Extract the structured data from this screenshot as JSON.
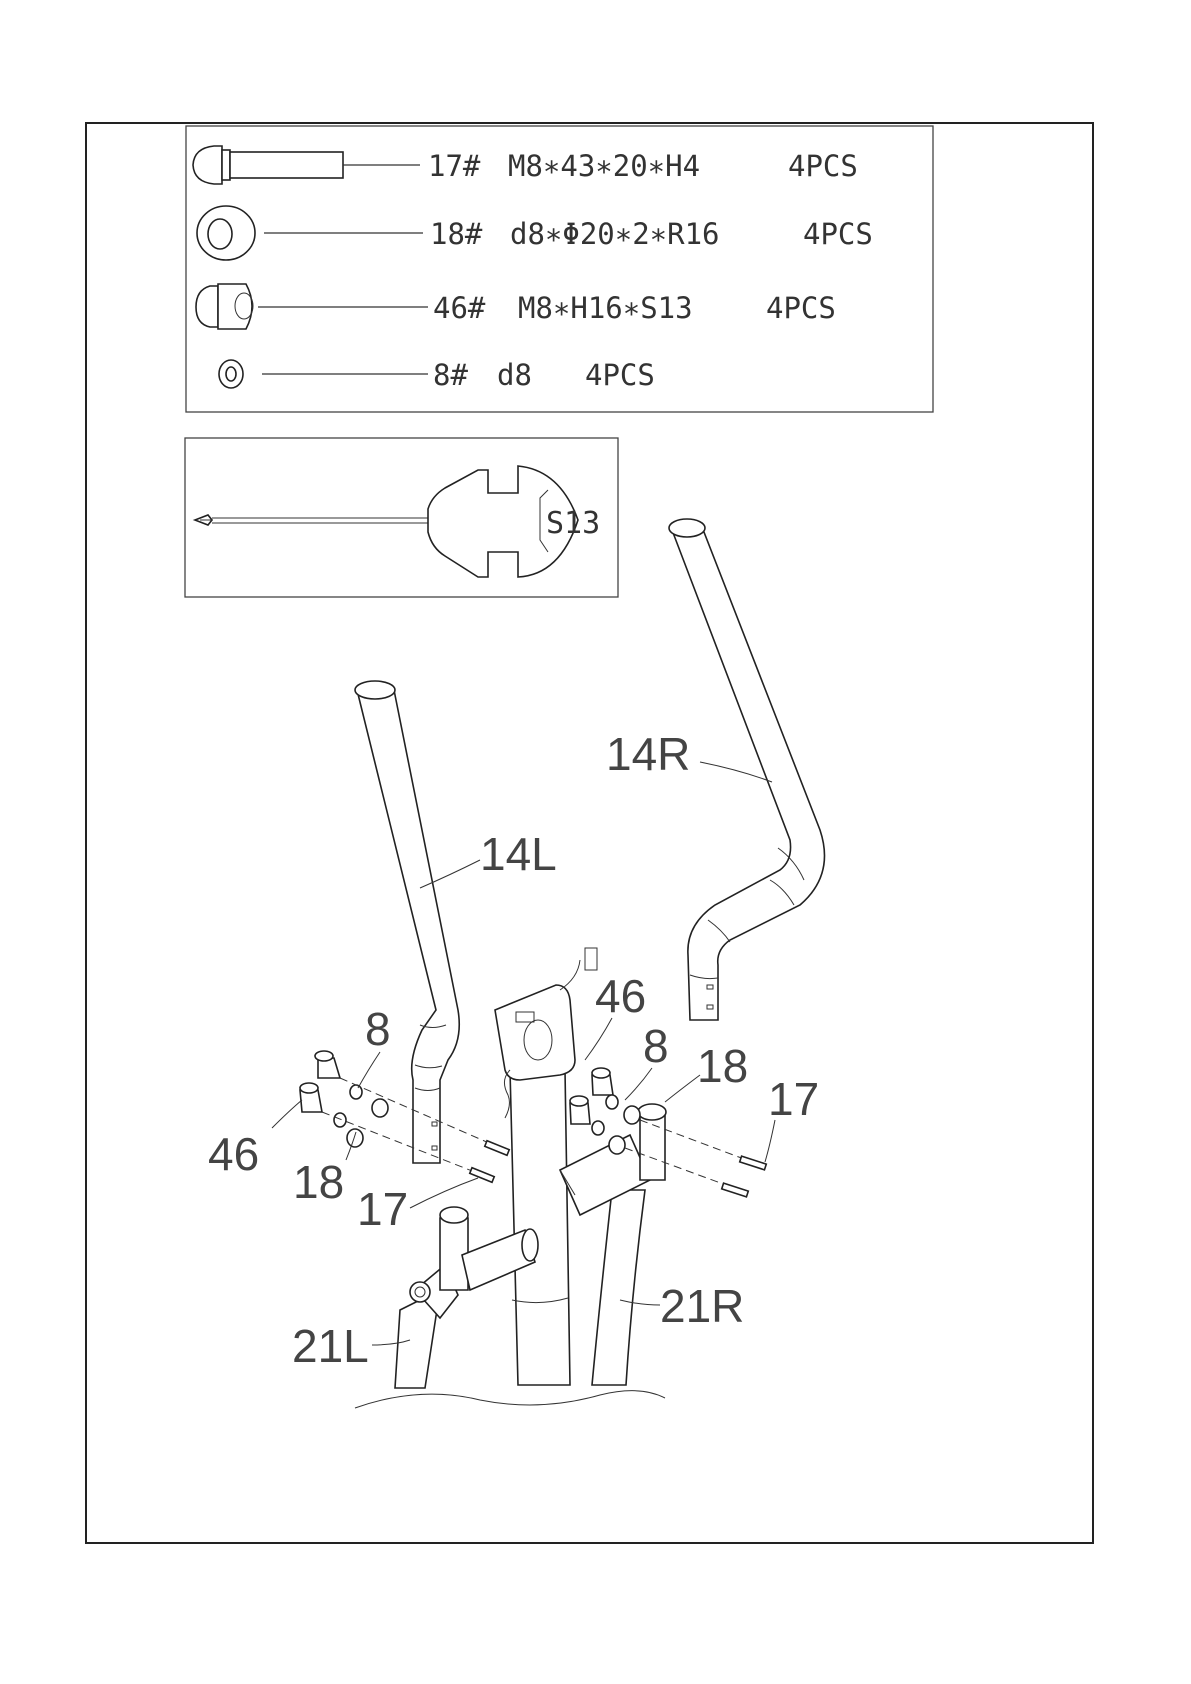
{
  "hardware": [
    {
      "code": "17#",
      "spec": "M8∗43∗20∗H4",
      "qty": "4PCS",
      "icon": "carriage-bolt-icon"
    },
    {
      "code": "18#",
      "spec": "d8∗Φ20∗2∗R16",
      "qty": "4PCS",
      "icon": "curved-washer-icon"
    },
    {
      "code": "46#",
      "spec": "M8∗H16∗S13",
      "qty": "4PCS",
      "icon": "cap-nut-icon"
    },
    {
      "code": "8#",
      "spec": "d8",
      "qty": "4PCS",
      "icon": "spring-washer-icon"
    }
  ],
  "tool": {
    "label": "S13",
    "icon": "screwdriver-wrench-icon"
  },
  "diagram": {
    "label_14R": "14R",
    "label_14L": "14L",
    "label_46_left": "46",
    "label_46_right": "46",
    "label_8_left": "8",
    "label_8_right": "8",
    "label_18_left": "18",
    "label_18_right": "18",
    "label_17_left": "17",
    "label_17_right": "17",
    "label_21L": "21L",
    "label_21R": "21R"
  }
}
